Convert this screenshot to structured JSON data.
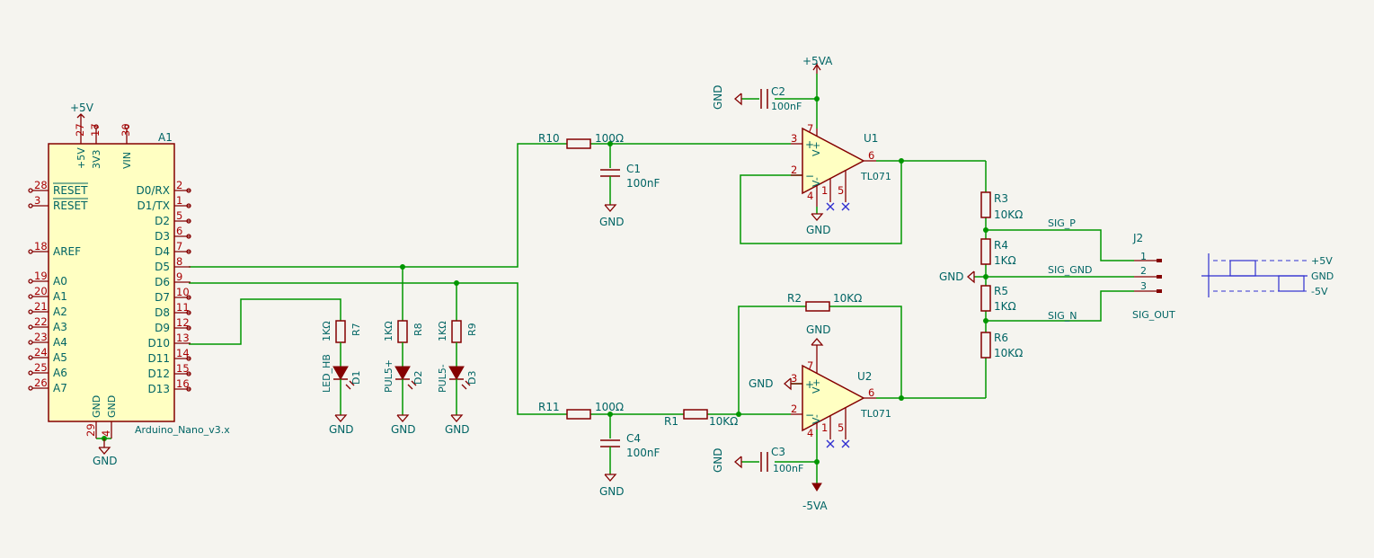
{
  "arduino": {
    "ref": "A1",
    "value": "Arduino_Nano_v3.x",
    "power_label": "+5V",
    "gnd_label": "GND",
    "top_pins": [
      {
        "num": "27",
        "name": "+5V"
      },
      {
        "num": "17",
        "name": "3V3"
      },
      {
        "num": "30",
        "name": "VIN"
      }
    ],
    "left_pins": [
      {
        "num": "28",
        "name": "RESET"
      },
      {
        "num": "3",
        "name": "RESET"
      },
      {
        "num": "18",
        "name": "AREF"
      },
      {
        "num": "19",
        "name": "A0"
      },
      {
        "num": "20",
        "name": "A1"
      },
      {
        "num": "21",
        "name": "A2"
      },
      {
        "num": "22",
        "name": "A3"
      },
      {
        "num": "23",
        "name": "A4"
      },
      {
        "num": "24",
        "name": "A5"
      },
      {
        "num": "25",
        "name": "A6"
      },
      {
        "num": "26",
        "name": "A7"
      }
    ],
    "right_pins": [
      {
        "num": "2",
        "name": "D0/RX"
      },
      {
        "num": "1",
        "name": "D1/TX"
      },
      {
        "num": "5",
        "name": "D2"
      },
      {
        "num": "6",
        "name": "D3"
      },
      {
        "num": "7",
        "name": "D4"
      },
      {
        "num": "8",
        "name": "D5"
      },
      {
        "num": "9",
        "name": "D6"
      },
      {
        "num": "10",
        "name": "D7"
      },
      {
        "num": "11",
        "name": "D8"
      },
      {
        "num": "12",
        "name": "D9"
      },
      {
        "num": "13",
        "name": "D10"
      },
      {
        "num": "14",
        "name": "D11"
      },
      {
        "num": "15",
        "name": "D12"
      },
      {
        "num": "16",
        "name": "D13"
      }
    ],
    "bottom_pins": [
      {
        "num": "29",
        "name": "GND"
      },
      {
        "num": "4",
        "name": "GND"
      }
    ]
  },
  "leds": {
    "r7": {
      "ref": "R7",
      "value": "1KΩ"
    },
    "r8": {
      "ref": "R8",
      "value": "1KΩ"
    },
    "r9": {
      "ref": "R9",
      "value": "1KΩ"
    },
    "d1": {
      "ref": "D1",
      "value": "LED_HB"
    },
    "d2": {
      "ref": "D2",
      "value": "PUL5+"
    },
    "d3": {
      "ref": "D3",
      "value": "PUL5-"
    },
    "gnd": "GND"
  },
  "filters": {
    "r10": {
      "ref": "R10",
      "value": "100Ω"
    },
    "r11": {
      "ref": "R11",
      "value": "100Ω"
    },
    "c1": {
      "ref": "C1",
      "value": "100nF"
    },
    "c4": {
      "ref": "C4",
      "value": "100nF"
    },
    "gnd": "GND"
  },
  "opamps": {
    "u1": {
      "ref": "U1",
      "value": "TL071"
    },
    "u2": {
      "ref": "U2",
      "value": "TL071"
    },
    "pins": {
      "p3": "3",
      "p2": "2",
      "p6": "6",
      "p7": "7",
      "p4": "4",
      "p1": "1",
      "p5": "5"
    },
    "plus": "+",
    "minus": "−",
    "vplus": "V+",
    "vminus": "V-",
    "r1": {
      "ref": "R1",
      "value": "10KΩ"
    },
    "r2": {
      "ref": "R2",
      "value": "10KΩ"
    },
    "c2": {
      "ref": "C2",
      "value": "100nF"
    },
    "c3": {
      "ref": "C3",
      "value": "100nF"
    },
    "vpos": "+5VA",
    "vneg": "-5VA",
    "gnd": "GND"
  },
  "output": {
    "r3": {
      "ref": "R3",
      "value": "10KΩ"
    },
    "r4": {
      "ref": "R4",
      "value": "1KΩ"
    },
    "r5": {
      "ref": "R5",
      "value": "1KΩ"
    },
    "r6": {
      "ref": "R6",
      "value": "10KΩ"
    },
    "gnd": "GND",
    "nets": {
      "sig_p": "SIG_P",
      "sig_gnd": "SIG_GND",
      "sig_n": "SIG_N"
    },
    "connector": {
      "ref": "J2",
      "value": "SIG_OUT",
      "pins": [
        "1",
        "2",
        "3"
      ],
      "labels": [
        "+5V",
        "GND",
        "-5V"
      ]
    }
  },
  "colors": {
    "wire": "#009600",
    "body": "#840000",
    "body_fill": "#ffffc2",
    "text": "#006464",
    "pin_number": "#a90000",
    "no_connect": "#2f2fd0",
    "background": "#f5f4ef"
  }
}
